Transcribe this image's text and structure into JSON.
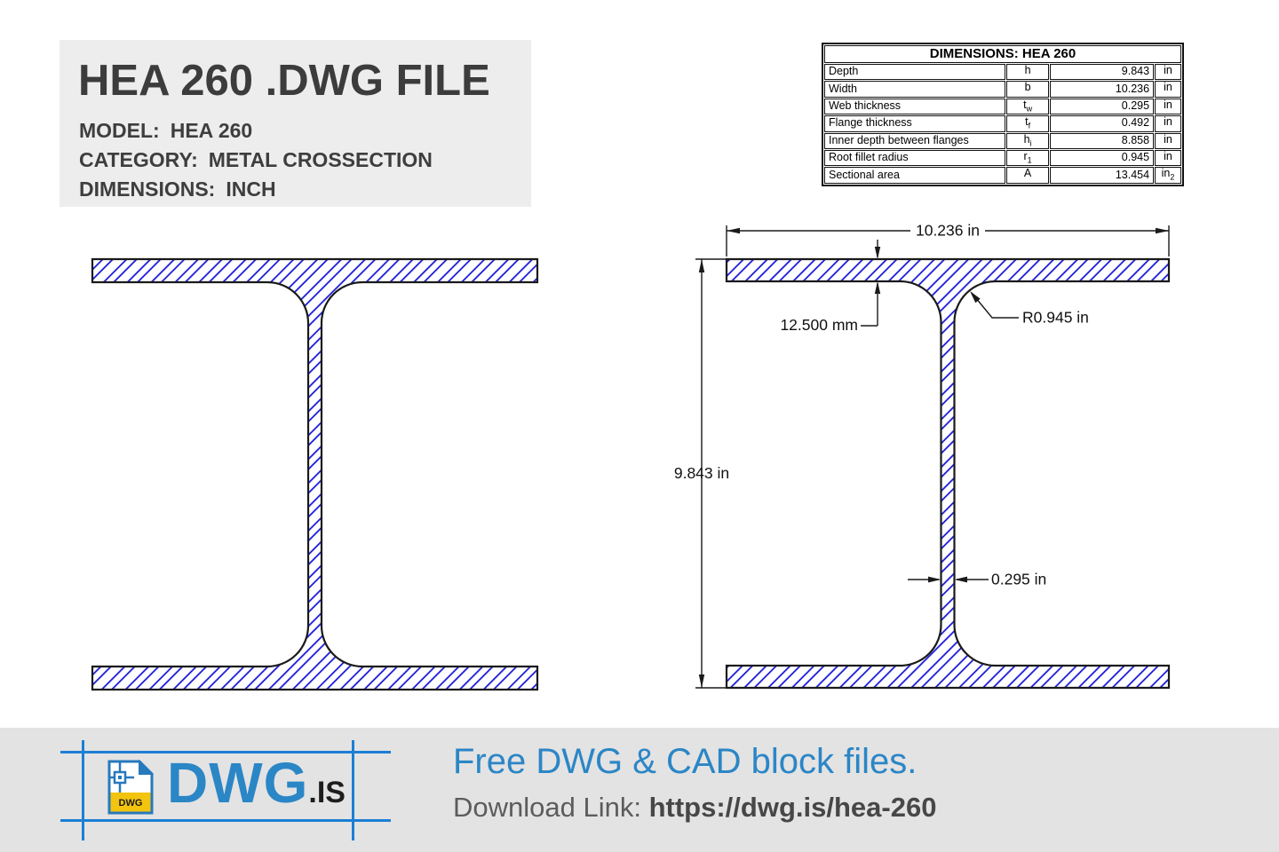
{
  "header": {
    "title": "HEA 260 .DWG FILE",
    "meta": [
      {
        "label": "MODEL:",
        "value": "HEA 260"
      },
      {
        "label": "CATEGORY:",
        "value": "METAL CROSSECTION"
      },
      {
        "label": "DIMENSIONS:",
        "value": "INCH"
      }
    ]
  },
  "dimensions_table": {
    "title": "DIMENSIONS: HEA 260",
    "rows": [
      {
        "property": "Depth",
        "symbol": "h",
        "symbol_sub": "",
        "value": "9.843",
        "unit": "in",
        "unit_sub": ""
      },
      {
        "property": "Width",
        "symbol": "b",
        "symbol_sub": "",
        "value": "10.236",
        "unit": "in",
        "unit_sub": ""
      },
      {
        "property": "Web thickness",
        "symbol": "t",
        "symbol_sub": "w",
        "value": "0.295",
        "unit": "in",
        "unit_sub": ""
      },
      {
        "property": "Flange thickness",
        "symbol": "t",
        "symbol_sub": "f",
        "value": "0.492",
        "unit": "in",
        "unit_sub": ""
      },
      {
        "property": "Inner depth between flanges",
        "symbol": "h",
        "symbol_sub": "i",
        "value": "8.858",
        "unit": "in",
        "unit_sub": ""
      },
      {
        "property": "Root fillet radius",
        "symbol": "r",
        "symbol_sub": "1",
        "value": "0.945",
        "unit": "in",
        "unit_sub": ""
      },
      {
        "property": "Sectional area",
        "symbol": "A",
        "symbol_sub": "",
        "value": "13.454",
        "unit": "in",
        "unit_sub": "2"
      }
    ]
  },
  "drawing": {
    "annotations": {
      "width": "10.236 in",
      "height": "9.843 in",
      "flange_thickness": "12.500 mm",
      "root_fillet": "R0.945 in",
      "web_thickness": "0.295 in"
    },
    "hatch_color": "#1515d6",
    "outline_color": "#1a1a1a"
  },
  "footer": {
    "brand": "DWG",
    "brand_suffix": ".IS",
    "icon_label": "DWG",
    "tagline": "Free DWG & CAD block files.",
    "download_label": "Download Link:",
    "download_url": "https://dwg.is/hea-260",
    "accent_color": "#2b86c6",
    "icon_yellow": "#f2c40f"
  }
}
